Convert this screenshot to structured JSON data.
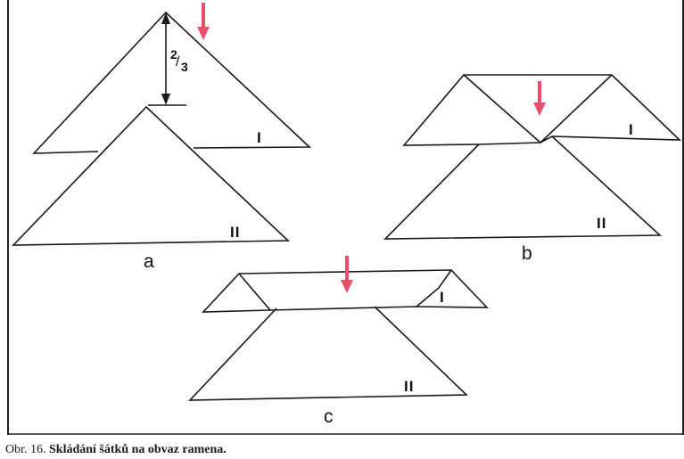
{
  "figure": {
    "fraction_label": "2/3",
    "fraction_num": "2",
    "fraction_den": "3",
    "panels": [
      {
        "label": "a",
        "upper": "I",
        "lower": "II"
      },
      {
        "label": "b",
        "upper": "I",
        "lower": "II"
      },
      {
        "label": "c",
        "upper": "I",
        "lower": "II"
      }
    ],
    "arrow_color": "#e8506a",
    "line_color": "#1a1a1a"
  },
  "caption": {
    "prefix": "Obr. 16.",
    "text": "Skládání šátků na obvaz ramena."
  }
}
